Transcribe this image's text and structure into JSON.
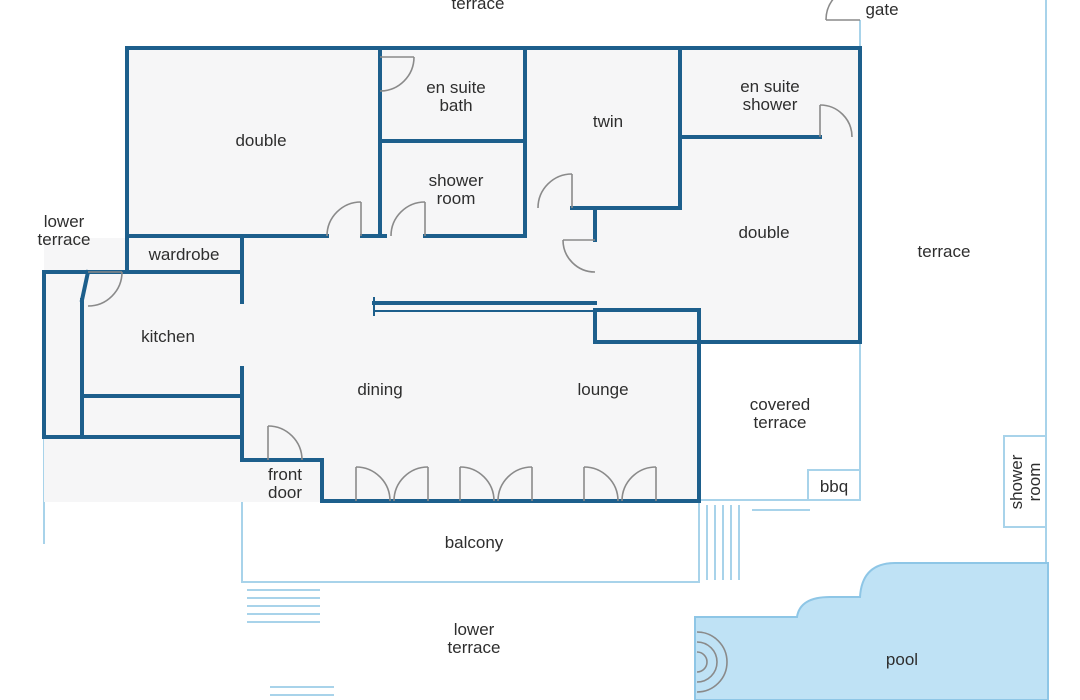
{
  "labels": {
    "terrace_top": "terrace",
    "gate": "gate",
    "double_left": "double",
    "en_suite_bath_1": "en suite",
    "en_suite_bath_2": "bath",
    "twin": "twin",
    "en_suite_shower_1": "en suite",
    "en_suite_shower_2": "shower",
    "shower_room_1": "shower",
    "shower_room_2": "room",
    "lower_terrace_left_1": "lower",
    "lower_terrace_left_2": "terrace",
    "wardrobe": "wardrobe",
    "double_right": "double",
    "terrace_right": "terrace",
    "kitchen": "kitchen",
    "dining": "dining",
    "lounge": "lounge",
    "covered_terrace_1": "covered",
    "covered_terrace_2": "terrace",
    "front_door_1": "front",
    "front_door_2": "door",
    "bbq": "bbq",
    "shower_room_pool_1": "shower",
    "shower_room_pool_2": "room",
    "balcony": "balcony",
    "lower_terrace_bottom_1": "lower",
    "lower_terrace_bottom_2": "terrace",
    "pool": "pool"
  },
  "colors": {
    "wall": "#1d5f8c",
    "outline_light": "#a8d3ea",
    "pool": "#bfe2f5",
    "room_fill": "#f6f6f7"
  }
}
